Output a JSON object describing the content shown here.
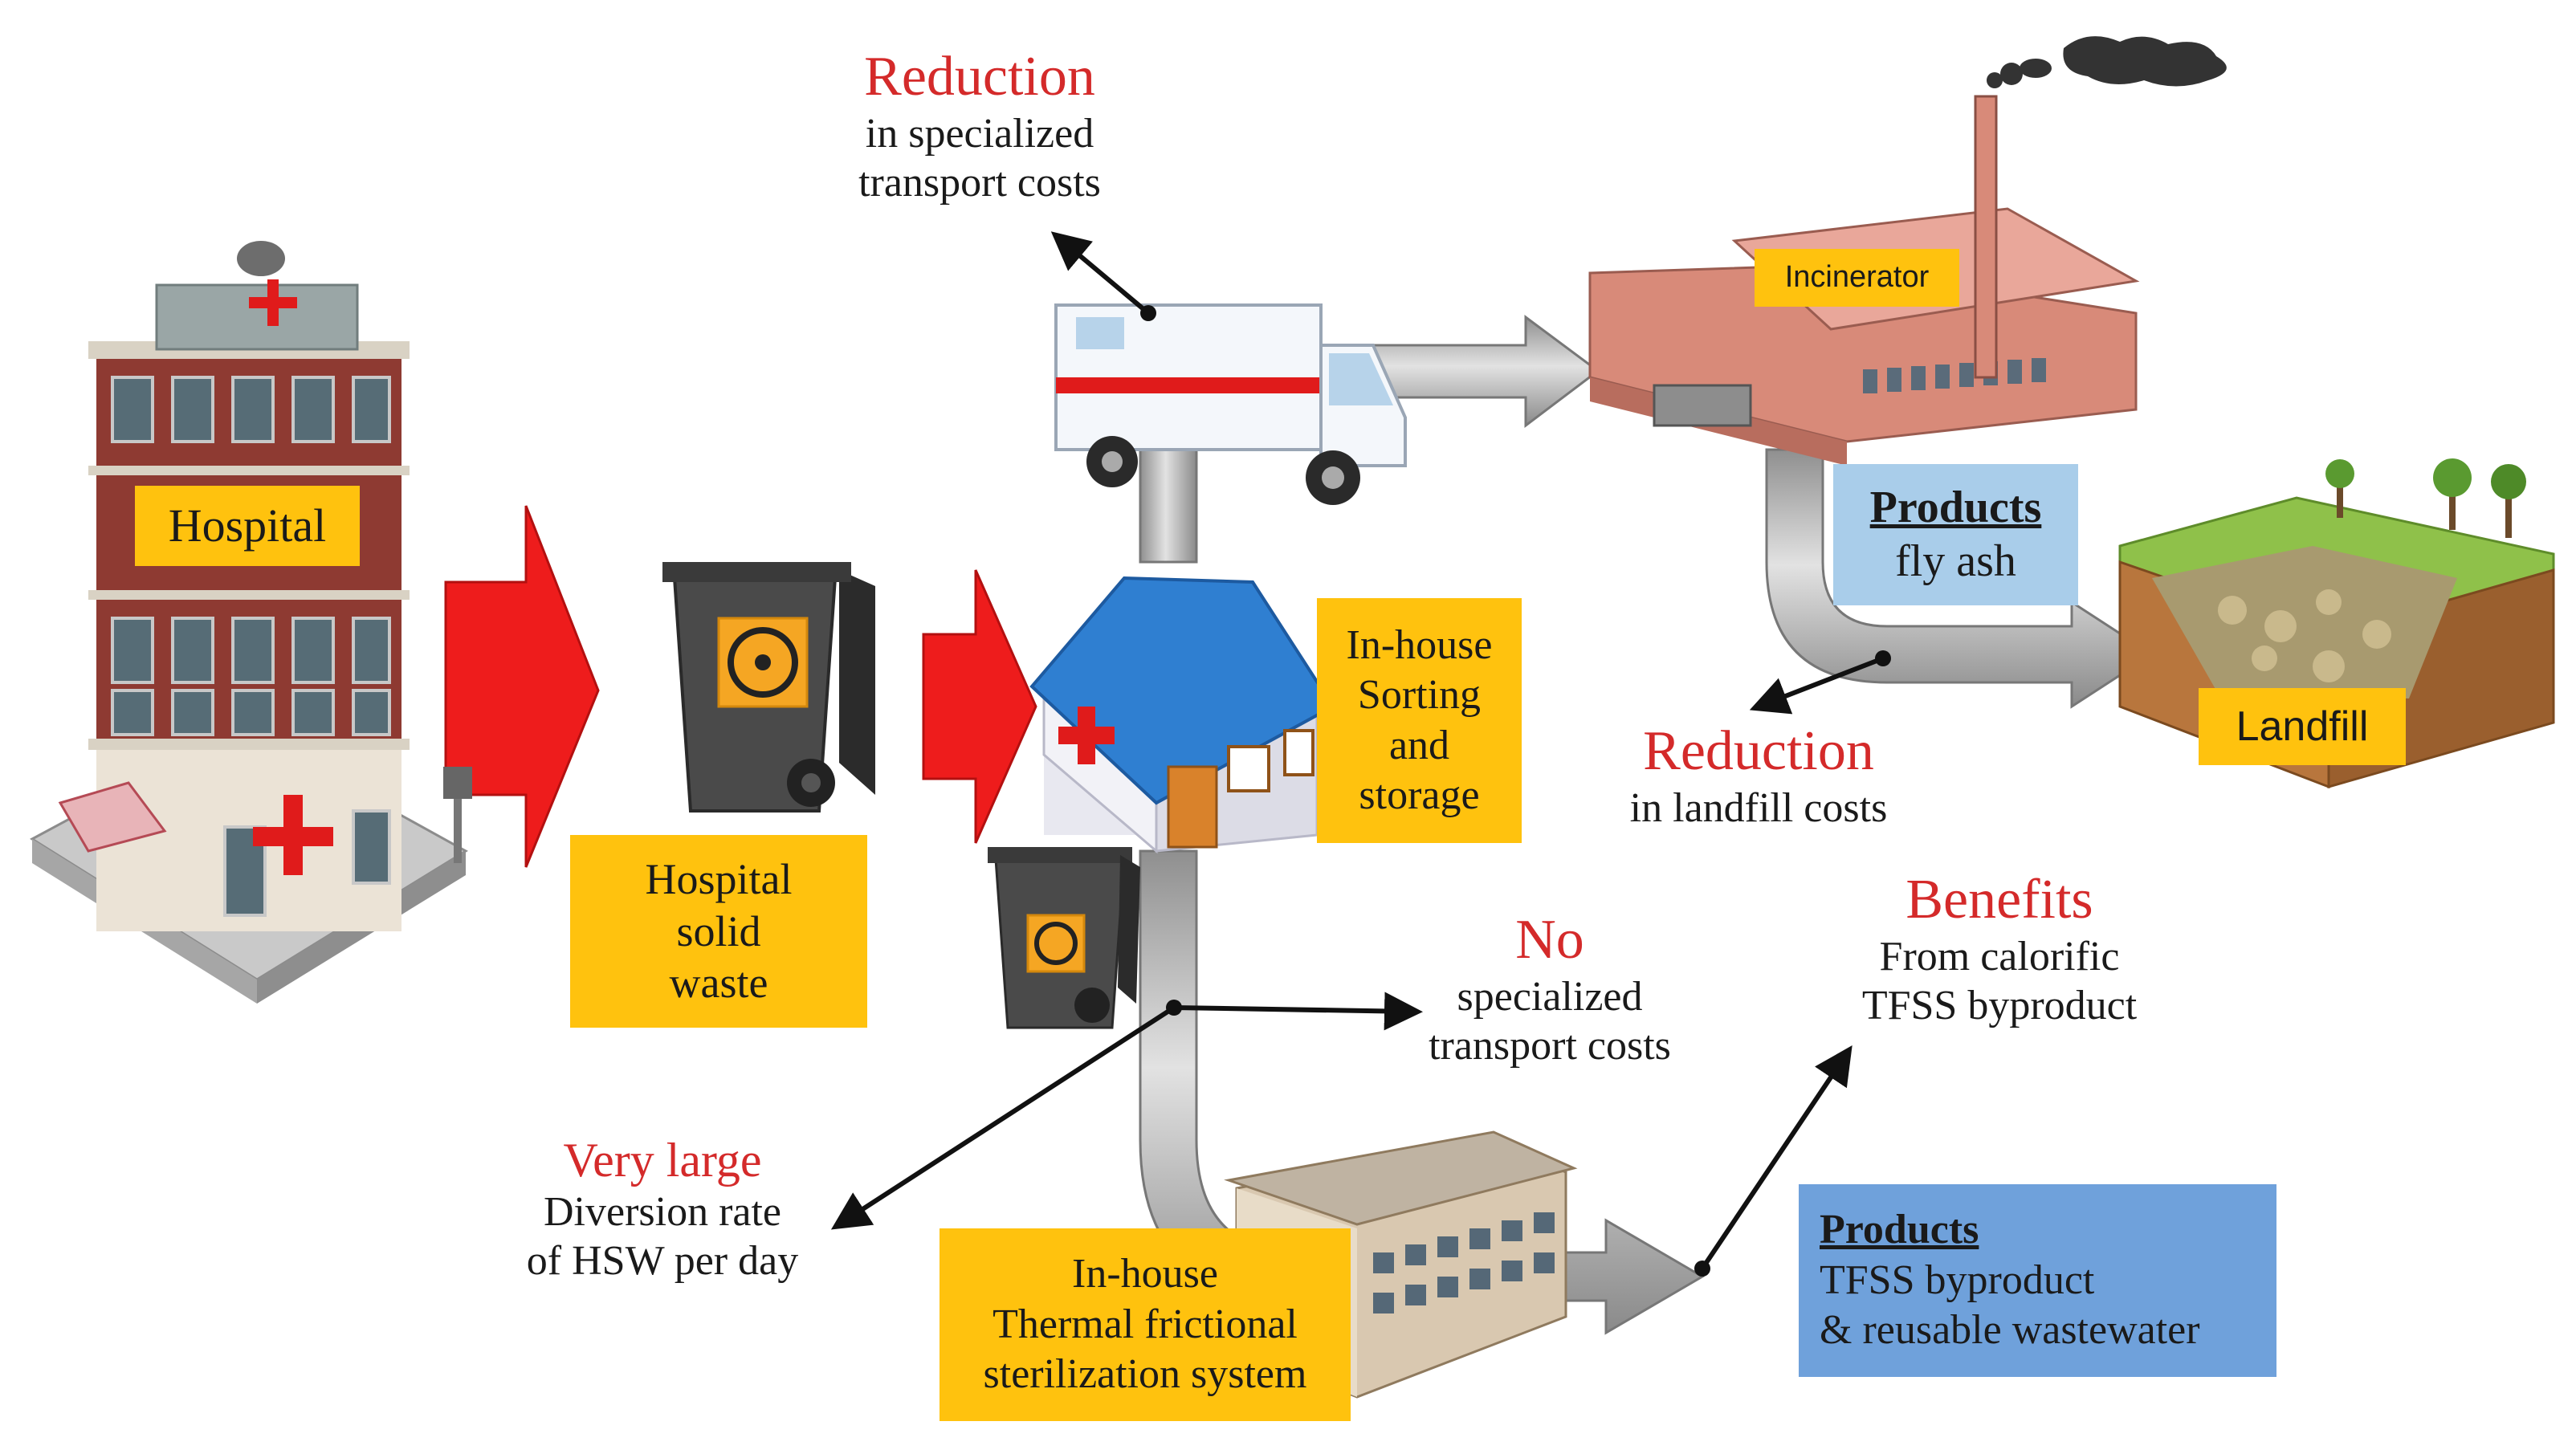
{
  "labels": {
    "hospital": "Hospital",
    "hsw": [
      "Hospital",
      "solid",
      "waste"
    ],
    "sorting": [
      "In-house",
      "Sorting",
      "and",
      "storage"
    ],
    "incinerator": "Incinerator",
    "landfill": "Landfill",
    "tfss": [
      "In-house",
      "Thermal frictional",
      "sterilization system"
    ]
  },
  "products_ash": {
    "title": "Products",
    "text": "fly ash"
  },
  "products_tfss": {
    "title": "Products",
    "line1": "TFSS byproduct",
    "line2": "& reusable wastewater"
  },
  "notes": {
    "transport": {
      "head": "Reduction",
      "line1": "in specialized",
      "line2": "transport costs"
    },
    "landfill": {
      "head": "Reduction",
      "line1": "in landfill costs"
    },
    "no_transport": {
      "head": "No",
      "line1": "specialized",
      "line2": "transport costs"
    },
    "benefits": {
      "head": "Benefits",
      "line1": "From calorific",
      "line2": "TFSS byproduct"
    },
    "diversion": {
      "head": "Very large",
      "line1": "Diversion rate",
      "line2": "of HSW per day"
    }
  },
  "colors": {
    "accent_red": "#d42a2a",
    "label_yellow": "#ffc20e",
    "product_light_blue": "#a9cdea",
    "product_blue": "#6fa1db",
    "flow_arrow_red": "#ee1c1c",
    "pipe_gray": "#b9b9b9"
  }
}
